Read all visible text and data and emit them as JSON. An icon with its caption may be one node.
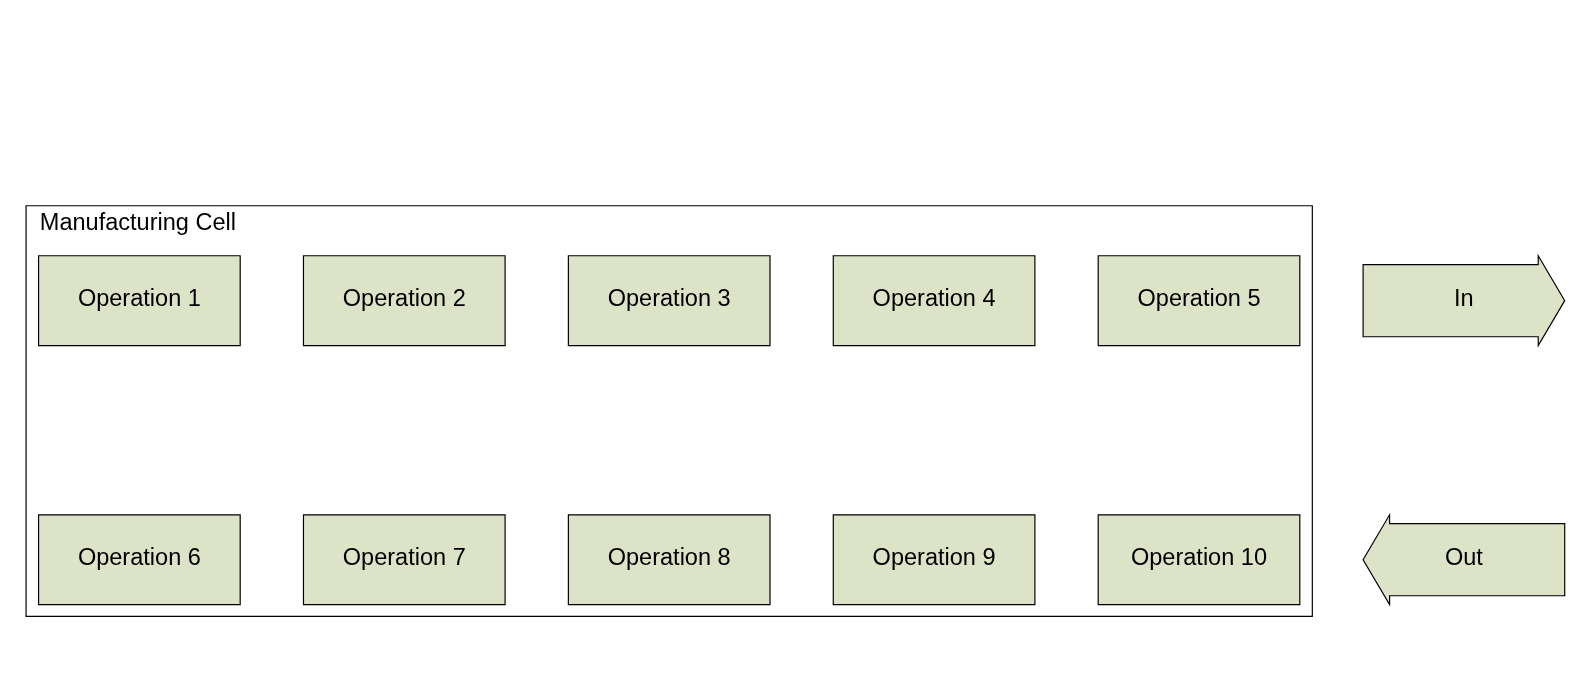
{
  "diagram": {
    "nodes": [
      {
        "text": [
          "Manufacturing Cell"
        ]
      },
      {
        "text": [
          "In"
        ]
      },
      {
        "text": [
          "Operation 1"
        ],
        "in": 0
      },
      {
        "text": [
          "Operation 2"
        ],
        "in": 0
      },
      {
        "text": [
          "Operation 3"
        ],
        "in": 0
      },
      {
        "text": [
          "Operation 4"
        ],
        "in": 0
      },
      {
        "text": [
          "Operation 5"
        ],
        "in": 0
      },
      {
        "text": [
          "Out"
        ]
      },
      {
        "text": [
          "Operation 6"
        ],
        "in": 0
      },
      {
        "text": [
          "Operation 7"
        ],
        "in": 0
      },
      {
        "text": [
          "Operation 8"
        ],
        "in": 0
      },
      {
        "text": [
          "Operation 9"
        ],
        "in": 0
      },
      {
        "text": [
          "Operation 10"
        ],
        "in": 0
      }
    ]
  }
}
